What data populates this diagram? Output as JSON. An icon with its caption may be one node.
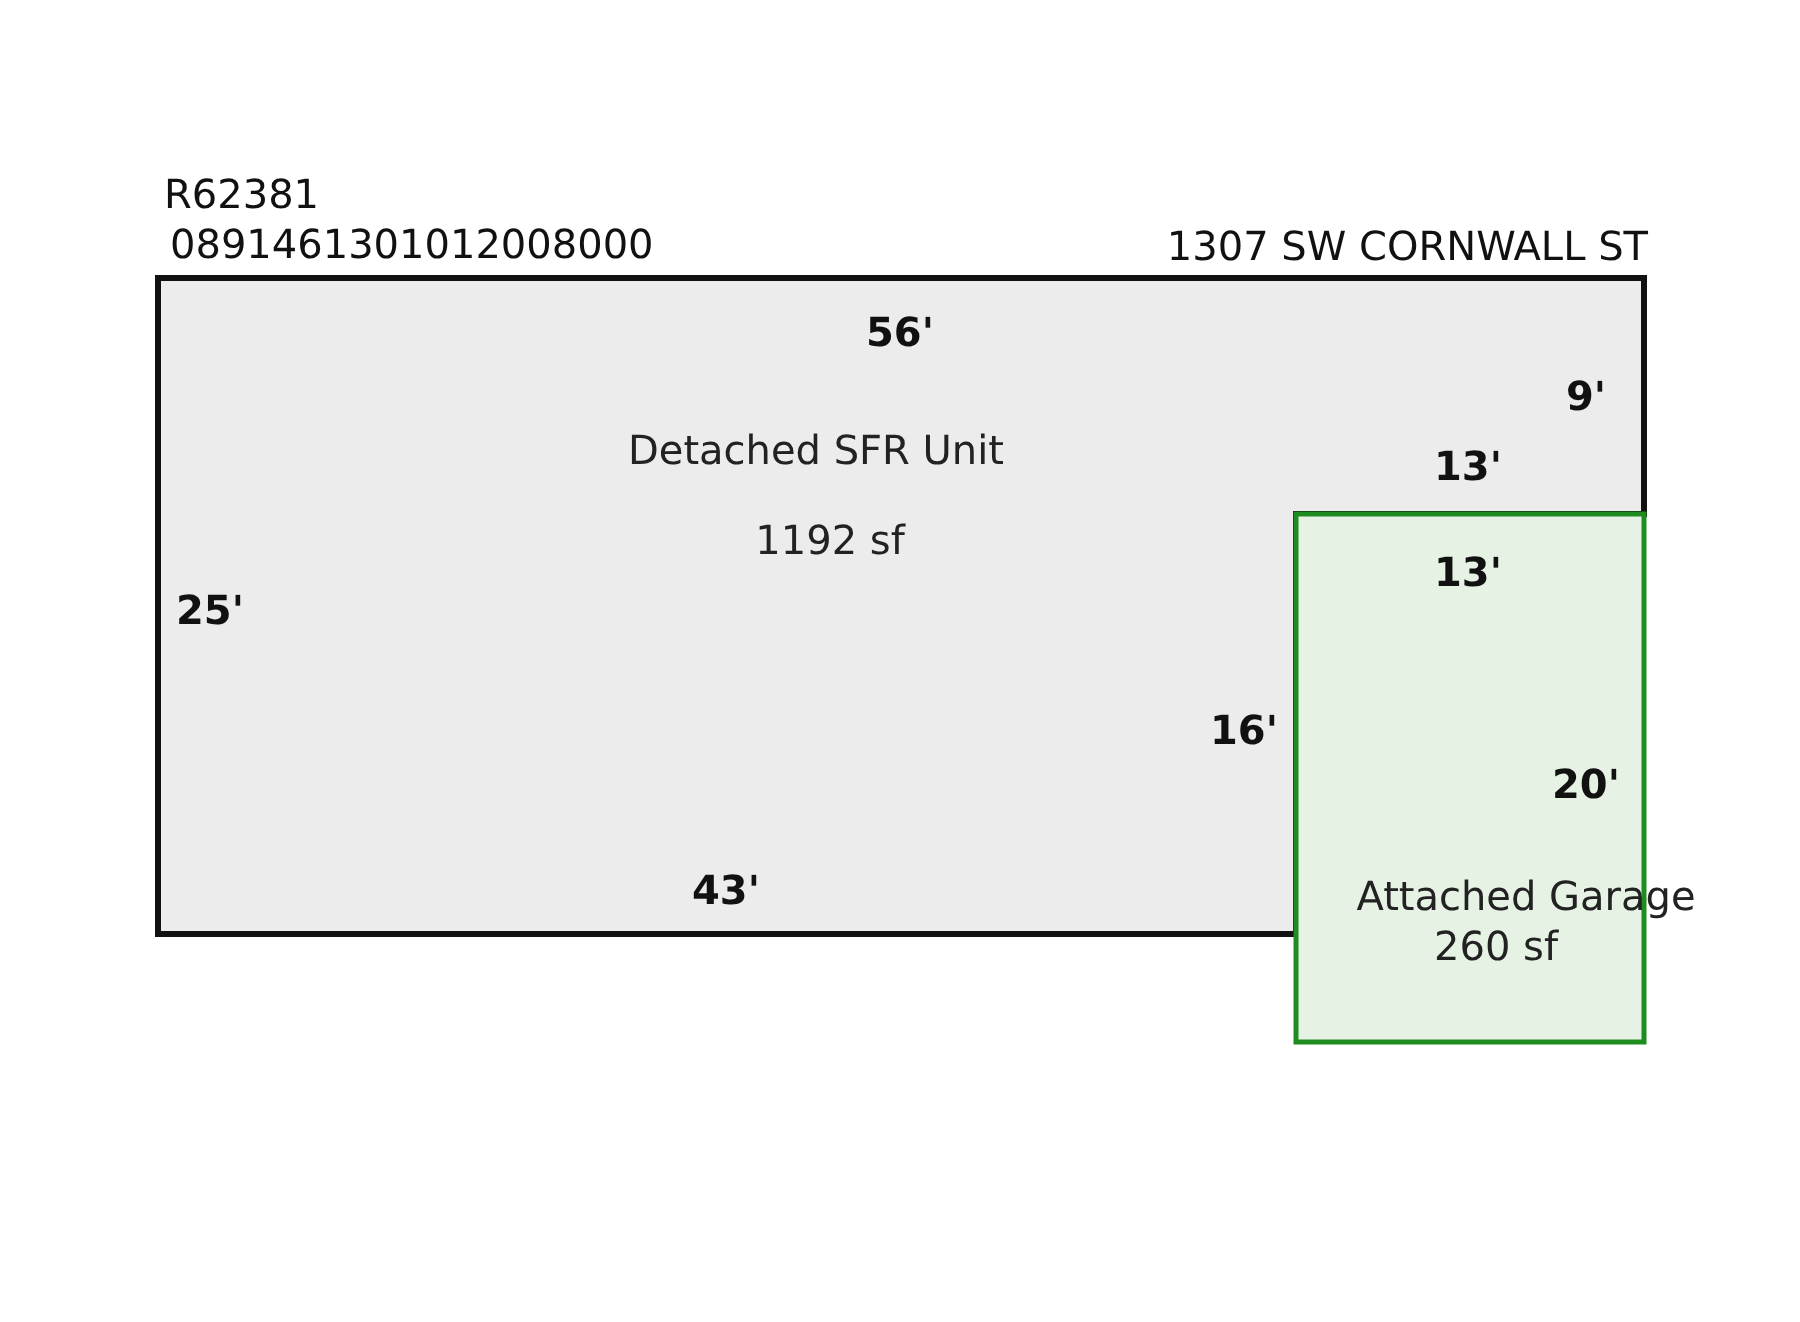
{
  "diagram": {
    "nodes": [
      {
        "text": [
          "Detached SFR Unit",
          "1192 sf"
        ]
      },
      {
        "text": [
          "Attached Garage",
          "260 sf"
        ]
      }
    ],
    "edges": [],
    "labels": [
      "R62381",
      "0891461301012008000",
      "1307 SW CORNWALL ST",
      "56'",
      "9'",
      "13'",
      "25'",
      "13'",
      "16'",
      "20'",
      "43'"
    ]
  }
}
